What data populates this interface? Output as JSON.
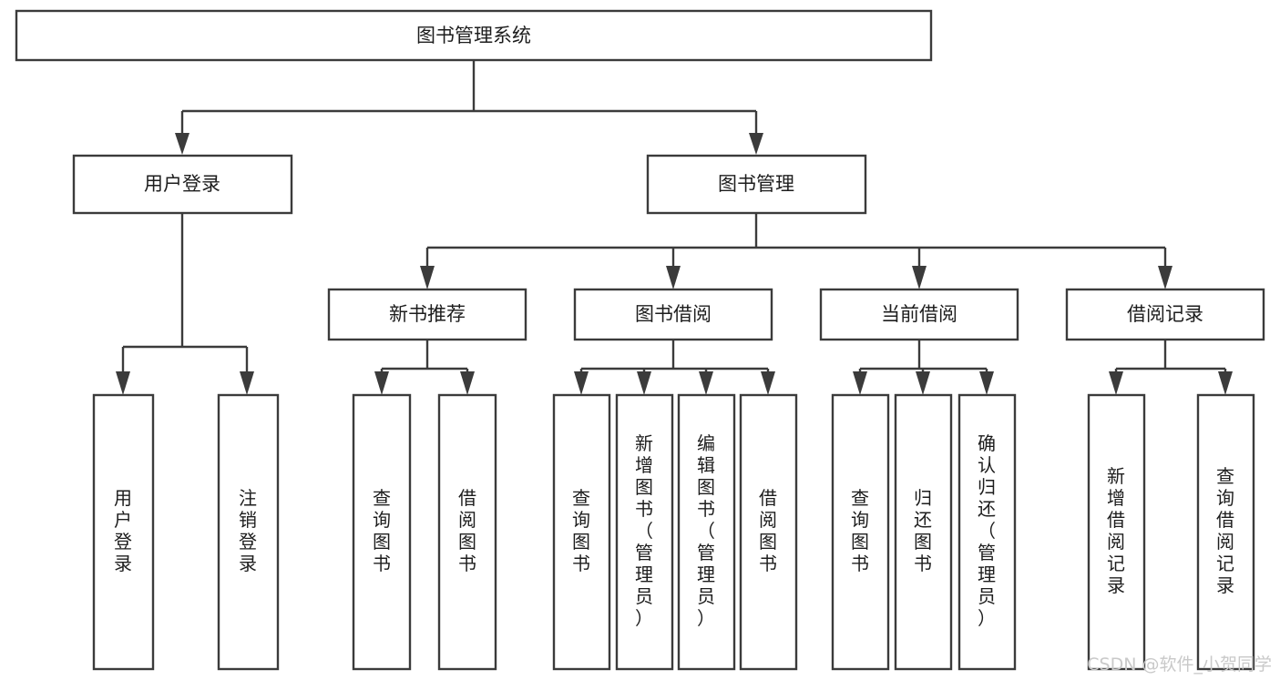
{
  "diagram": {
    "type": "tree-structure-chart",
    "title": "图书管理系统",
    "orientation": "top-down",
    "watermark": "CSDN @软件_小贺同学",
    "colors": {
      "stroke": "#3b3b3b",
      "box_fill": "#ffffff",
      "text": "#1d1d1d",
      "background": "#ffffff",
      "watermark": "#c9c9c9"
    },
    "levels": [
      {
        "level": 1,
        "nodes": [
          {
            "id": "root",
            "label": "图书管理系统",
            "orientation": "horizontal"
          }
        ]
      },
      {
        "level": 2,
        "nodes": [
          {
            "id": "l2-1",
            "label": "用户登录",
            "orientation": "horizontal",
            "parent": "root"
          },
          {
            "id": "l2-2",
            "label": "图书管理",
            "orientation": "horizontal",
            "parent": "root"
          }
        ]
      },
      {
        "level": 3,
        "nodes": [
          {
            "id": "l3-1",
            "label": "新书推荐",
            "orientation": "horizontal",
            "parent": "l2-2"
          },
          {
            "id": "l3-2",
            "label": "图书借阅",
            "orientation": "horizontal",
            "parent": "l2-2"
          },
          {
            "id": "l3-3",
            "label": "当前借阅",
            "orientation": "horizontal",
            "parent": "l2-2"
          },
          {
            "id": "l3-4",
            "label": "借阅记录",
            "orientation": "horizontal",
            "parent": "l2-2"
          }
        ]
      },
      {
        "level": 4,
        "nodes": [
          {
            "id": "leaf-1",
            "label": "用户登录",
            "orientation": "vertical",
            "parent": "l2-1"
          },
          {
            "id": "leaf-2",
            "label": "注销登录",
            "orientation": "vertical",
            "parent": "l2-1"
          },
          {
            "id": "leaf-3",
            "label": "查询图书",
            "orientation": "vertical",
            "parent": "l3-1"
          },
          {
            "id": "leaf-4",
            "label": "借阅图书",
            "orientation": "vertical",
            "parent": "l3-1"
          },
          {
            "id": "leaf-5",
            "label": "查询图书",
            "orientation": "vertical",
            "parent": "l3-2"
          },
          {
            "id": "leaf-6",
            "label": "新增图书（管理员）",
            "orientation": "vertical",
            "parent": "l3-2"
          },
          {
            "id": "leaf-7",
            "label": "编辑图书（管理员）",
            "orientation": "vertical",
            "parent": "l3-2"
          },
          {
            "id": "leaf-8",
            "label": "借阅图书",
            "orientation": "vertical",
            "parent": "l3-2"
          },
          {
            "id": "leaf-9",
            "label": "查询图书",
            "orientation": "vertical",
            "parent": "l3-3"
          },
          {
            "id": "leaf-10",
            "label": "归还图书",
            "orientation": "vertical",
            "parent": "l3-3"
          },
          {
            "id": "leaf-11",
            "label": "确认归还（管理员）",
            "orientation": "vertical",
            "parent": "l3-3"
          },
          {
            "id": "leaf-12",
            "label": "新增借阅记录",
            "orientation": "vertical",
            "parent": "l3-4"
          },
          {
            "id": "leaf-13",
            "label": "查询借阅记录",
            "orientation": "vertical",
            "parent": "l3-4"
          }
        ]
      }
    ]
  }
}
